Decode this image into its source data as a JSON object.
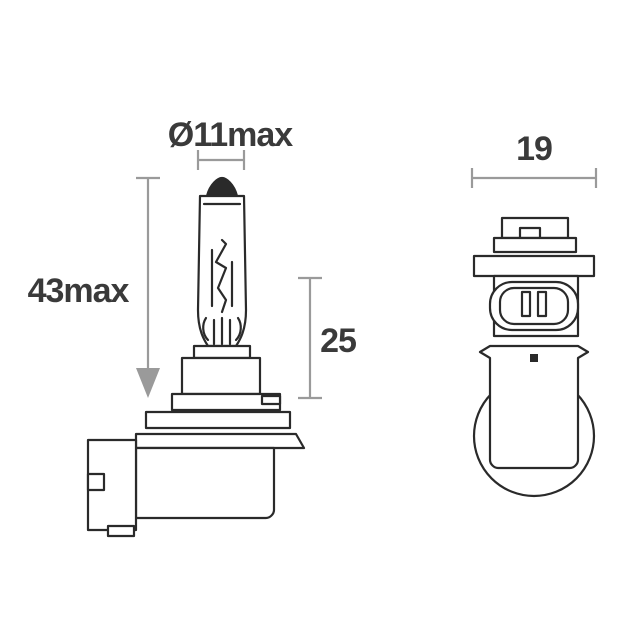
{
  "diagram": {
    "labels": {
      "diameter": "Ø11max",
      "length": "43max",
      "height": "25",
      "width": "19"
    },
    "colors": {
      "ink": "#2a2a2a",
      "dimension_lines": "#9a9a9a",
      "label_text": "#3a3a3a"
    }
  }
}
